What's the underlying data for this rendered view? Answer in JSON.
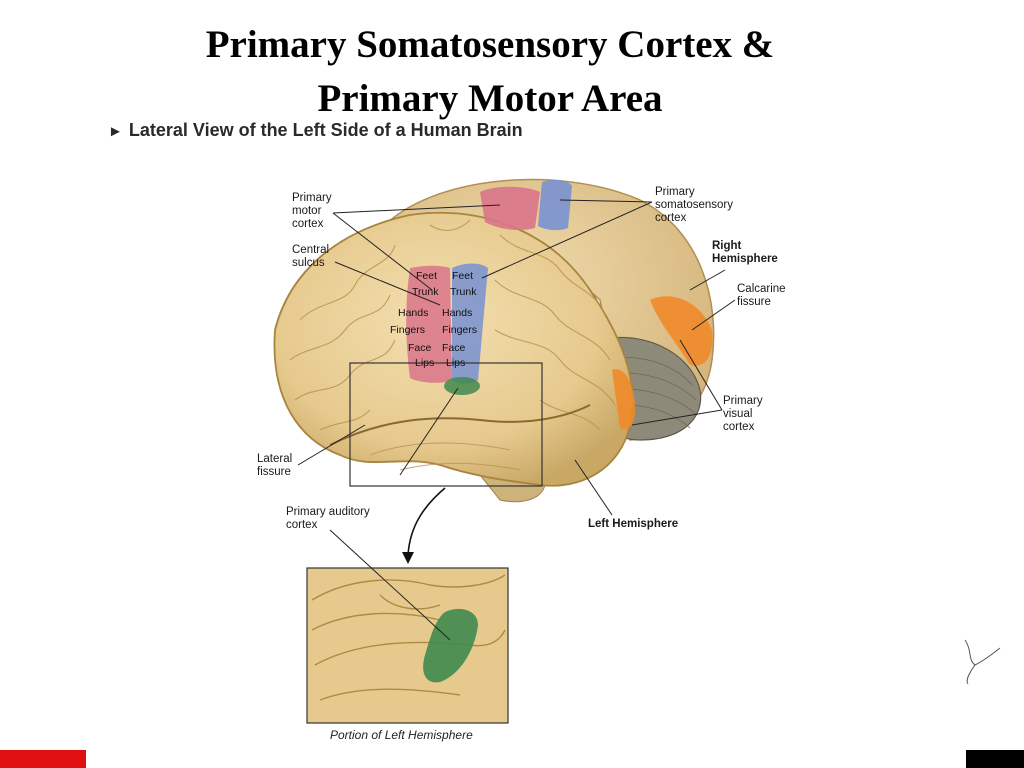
{
  "title_line1": "Primary Somatosensory Cortex &",
  "title_line2": "Primary Motor Area",
  "subtitle": "Lateral View of the Left Side of a Human Brain",
  "labels": {
    "primary_motor_cortex": "Primary\nmotor\ncortex",
    "central_sulcus": "Central\nsulcus",
    "primary_somatosensory_cortex": "Primary\nsomatosensory\ncortex",
    "right_hemisphere": "Right\nHemisphere",
    "calcarine_fissure": "Calcarine\nfissure",
    "primary_visual_cortex": "Primary\nvisual\ncortex",
    "lateral_fissure": "Lateral\nfissure",
    "primary_auditory_cortex": "Primary auditory\ncortex",
    "left_hemisphere": "Left Hemisphere"
  },
  "motor_map": [
    "Feet",
    "Trunk",
    "Hands",
    "Fingers",
    "Face",
    "Lips"
  ],
  "sensory_map": [
    "Feet",
    "Trunk",
    "Hands",
    "Fingers",
    "Face",
    "Lips"
  ],
  "inset_caption": "Portion of Left Hemisphere",
  "colors": {
    "brain": "#e8cf98",
    "brain_shadow": "#c9a866",
    "motor": "#d9748a",
    "sensory": "#7d95cf",
    "visual": "#f08a2a",
    "auditory": "#3f8a4e",
    "footer_red": "#e01010"
  }
}
